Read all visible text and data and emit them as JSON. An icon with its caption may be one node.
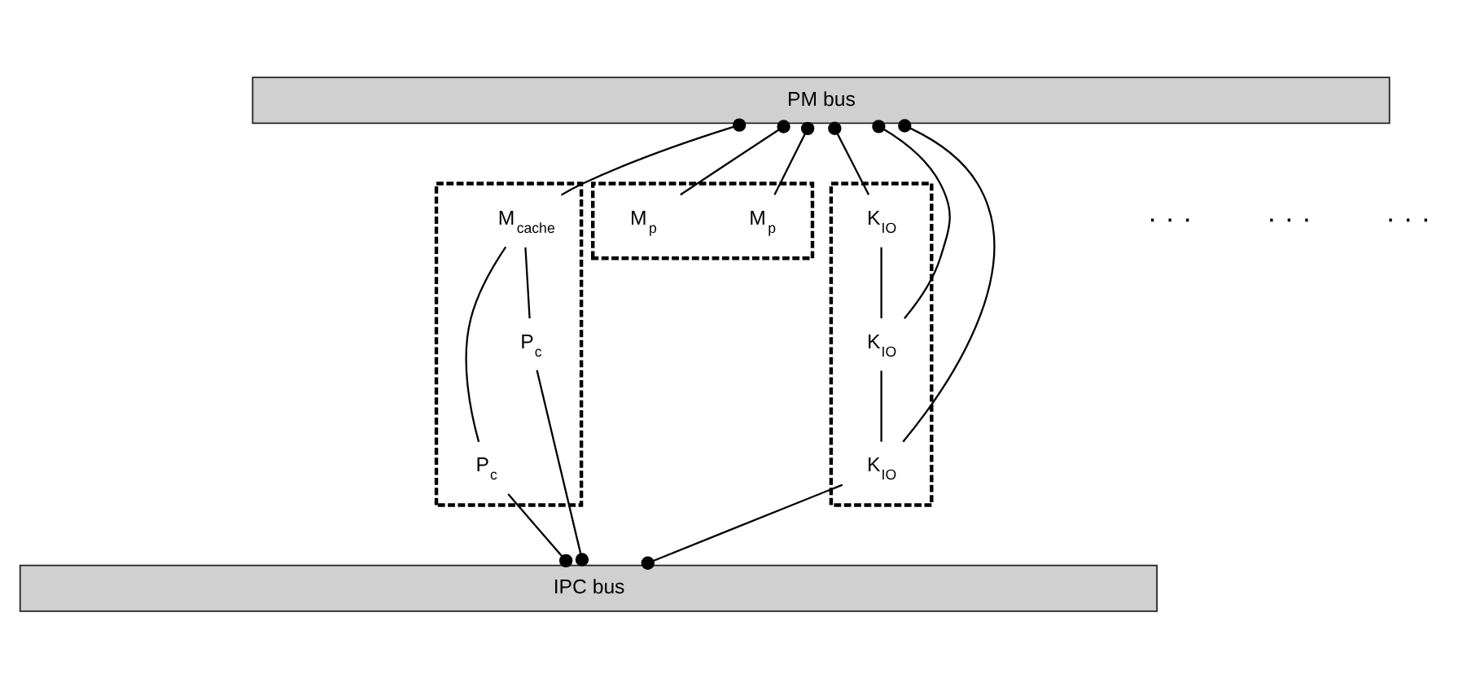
{
  "diagram": {
    "nodes": [
      {
        "text": [
          "PM bus"
        ]
      },
      {
        "text": [],
        "shape": "box"
      },
      {
        "text": [
          "M$_{cache}$"
        ],
        "in": 1
      },
      {
        "text": [
          "P$_{c}$"
        ],
        "in": 1
      },
      {
        "text": [
          "P$_{c}$"
        ],
        "in": 1
      },
      {
        "text": [],
        "shape": "box"
      },
      {
        "text": [
          "M$_{p}$"
        ],
        "in": 5
      },
      {
        "text": [
          "M$_{p}$"
        ],
        "in": 5
      },
      {
        "text": [],
        "shape": "box"
      },
      {
        "text": [
          "K$_{IO}$"
        ],
        "in": 8
      },
      {
        "text": [
          "K$_{IO}$"
        ],
        "in": 8
      },
      {
        "text": [
          "K$_{IO}$"
        ],
        "in": 8
      },
      {
        "text": [
          "IPC bus"
        ]
      }
    ],
    "edges": [
      {
        "from": 0,
        "to": 2,
        "arrow": "other"
      },
      {
        "from": 2,
        "to": 3,
        "arrow": "none"
      },
      {
        "from": 2,
        "to": 4,
        "arrow": "none"
      },
      {
        "from": 0,
        "to": 6,
        "arrow": "other"
      },
      {
        "from": 0,
        "to": 7,
        "arrow": "other"
      },
      {
        "from": 0,
        "to": 9,
        "arrow": "other"
      },
      {
        "from": 0,
        "to": 10,
        "arrow": "other"
      },
      {
        "from": 0,
        "to": 11,
        "arrow": "other"
      },
      {
        "from": 9,
        "to": 10,
        "arrow": "none"
      },
      {
        "from": 10,
        "to": 11,
        "arrow": "none"
      },
      {
        "from": 12,
        "to": 3,
        "arrow": "other"
      },
      {
        "from": 12,
        "to": 4,
        "arrow": "other"
      },
      {
        "from": 12,
        "to": 11,
        "arrow": "other"
      }
    ],
    "labels": [
      "· · ·",
      "· · ·",
      "· · ·"
    ]
  }
}
